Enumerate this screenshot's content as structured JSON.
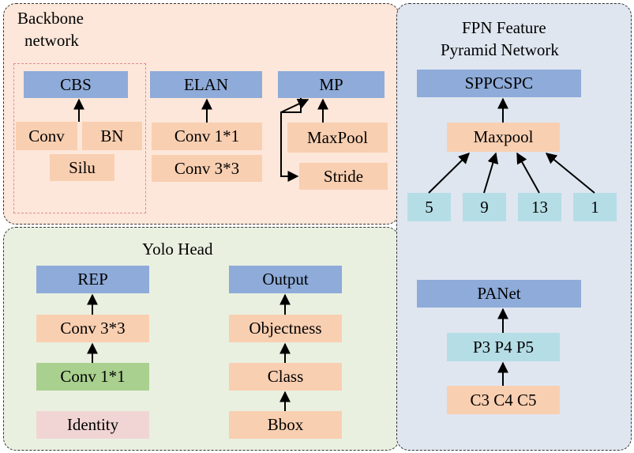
{
  "backbone": {
    "title_line1": "Backbone",
    "title_line2": "network",
    "cbs": {
      "title": "CBS",
      "conv": "Conv",
      "bn": "BN",
      "silu": "Silu"
    },
    "elan": {
      "title": "ELAN",
      "conv1": "Conv 1*1",
      "conv3": "Conv 3*3"
    },
    "mp": {
      "title": "MP",
      "maxpool": "MaxPool",
      "stride": "Stride"
    }
  },
  "fpn": {
    "title_line1": "FPN Feature",
    "title_line2": "Pyramid Network",
    "sppcspc": "SPPCSPC",
    "maxpool": "Maxpool",
    "kernels": [
      "5",
      "9",
      "13",
      "1"
    ],
    "panet": "PANet",
    "p_levels": "P3 P4 P5",
    "c_levels": "C3 C4 C5"
  },
  "head": {
    "title": "Yolo Head",
    "rep": "REP",
    "conv3": "Conv 3*3",
    "conv1": "Conv 1*1",
    "identity": "Identity",
    "output": "Output",
    "objectness": "Objectness",
    "class": "Class",
    "bbox": "Bbox"
  },
  "colors": {
    "backbone_panel": "#fde7da",
    "head_panel": "#e9f0e0",
    "fpn_panel": "#dfe6f0",
    "blue_box": "#8eabd9",
    "peach_box": "#f9cfb1",
    "cyan_box": "#b5dde6",
    "green_box": "#a9d08e",
    "pink_box": "#f1d5d5",
    "cbs_outline": "#e08c8c"
  }
}
